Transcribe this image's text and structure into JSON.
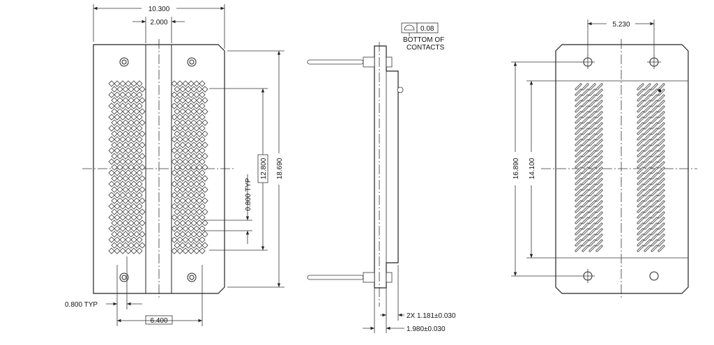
{
  "front_view": {
    "overall_width": "10.300",
    "hole_spacing": "2.000",
    "overall_height": "18.690",
    "grid_height": "12.800",
    "pitch_vertical": "0.800 TYP",
    "pitch_horizontal": "0.800 TYP",
    "grid_width": "6.400"
  },
  "side_view": {
    "flatness": "0.08",
    "flatness_note_line1": "BOTTOM OF",
    "flatness_note_line2": "CONTACTS",
    "contact_height": "2X 1.181±0.030",
    "body_height": "1.980±0.030"
  },
  "back_view": {
    "hole_spacing": "5.230",
    "outer_height": "16.890",
    "inner_height": "14.100"
  }
}
